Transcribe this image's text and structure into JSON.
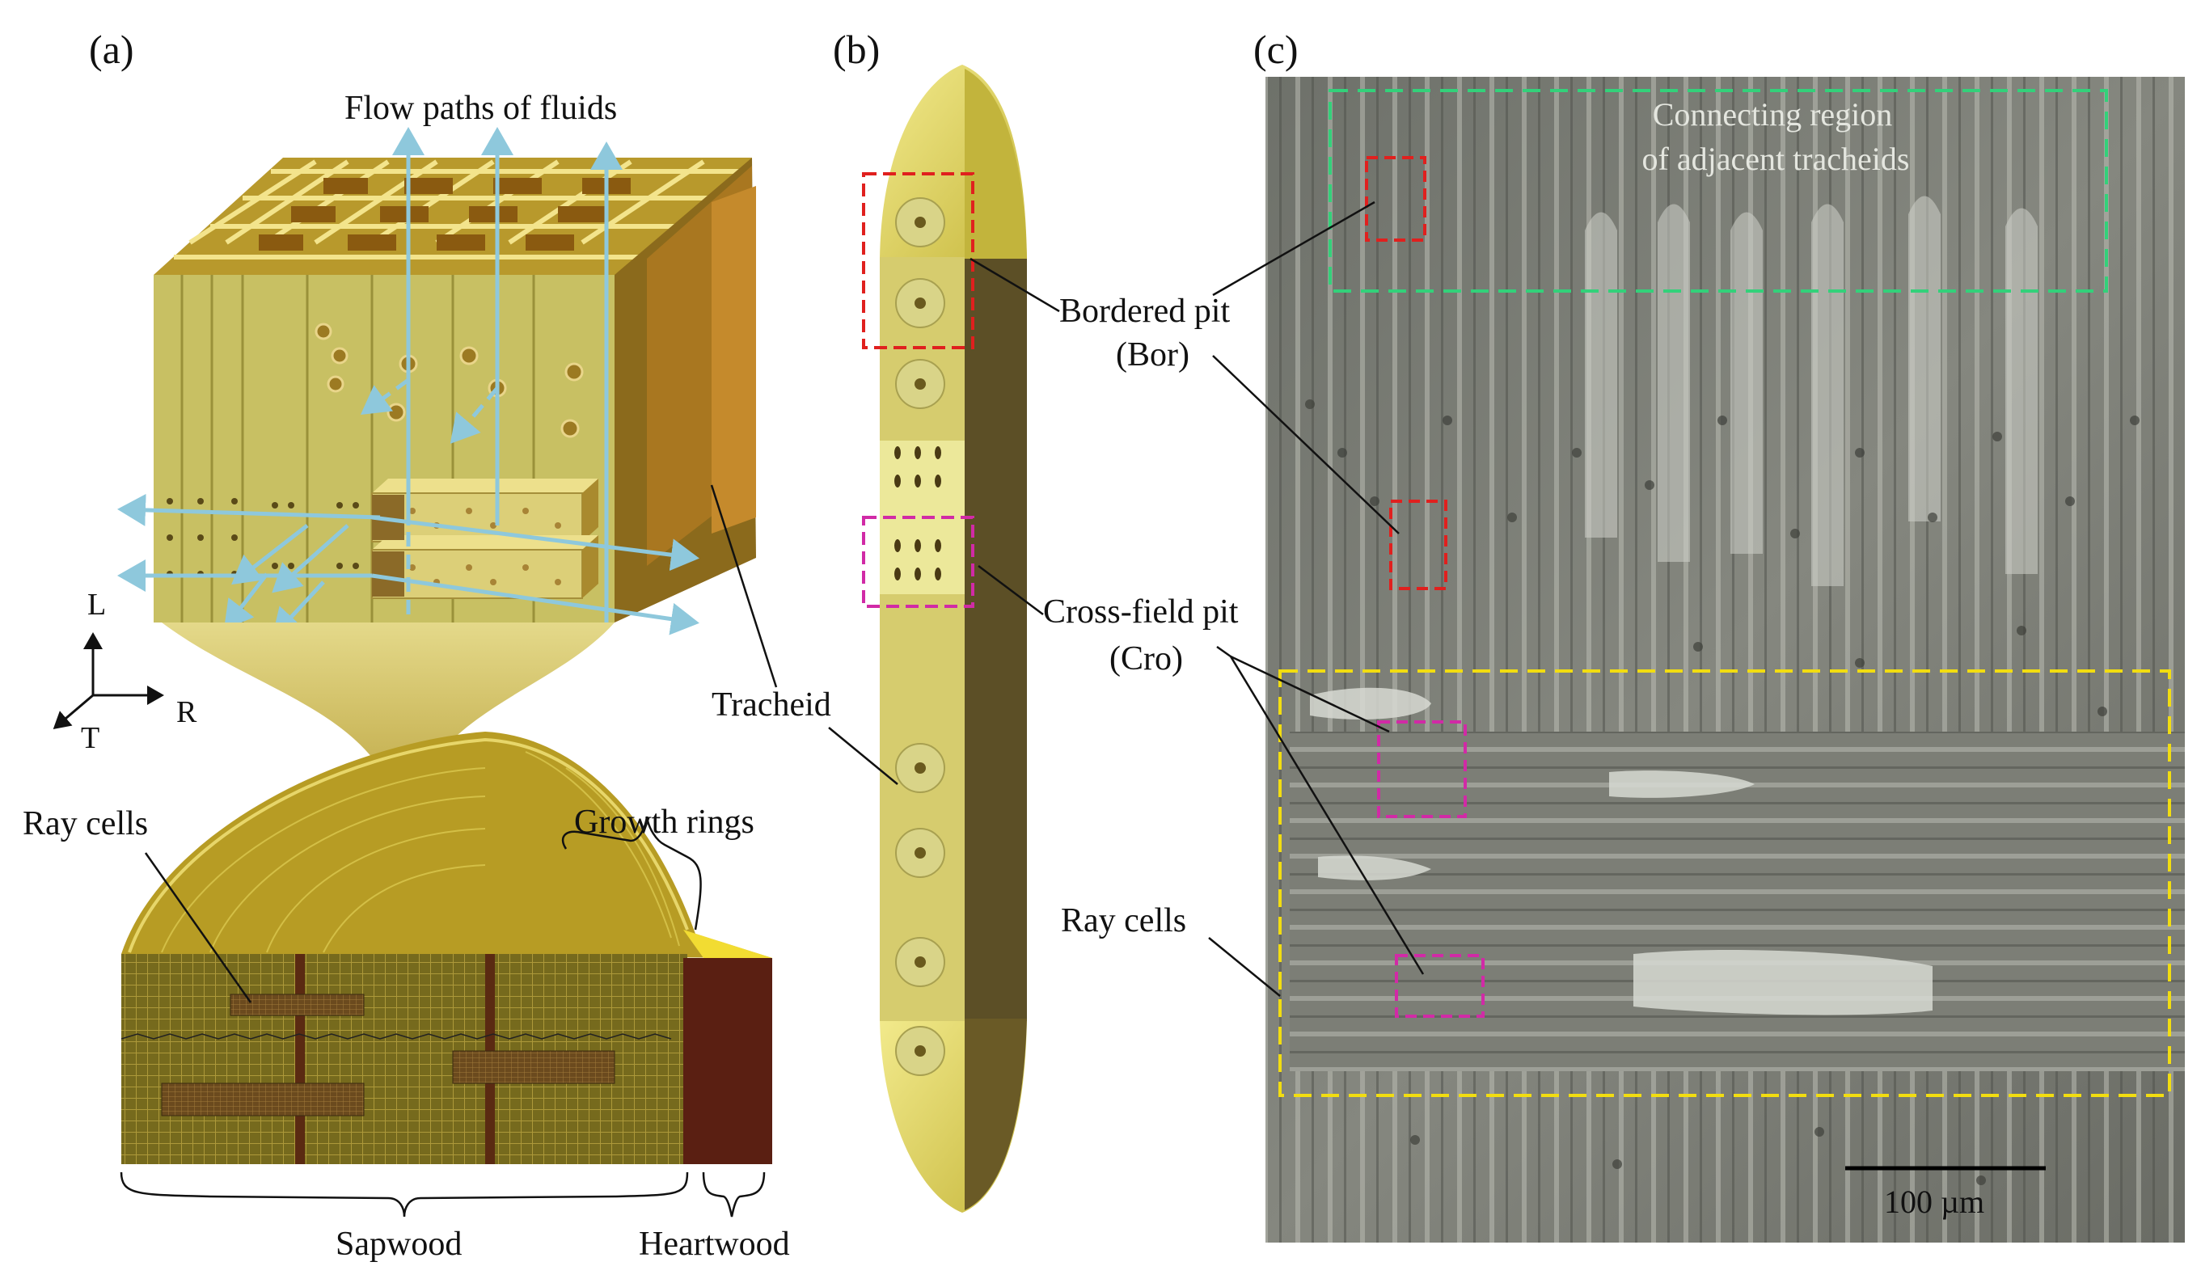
{
  "panels": {
    "a": {
      "letter": "(a)",
      "labels": {
        "flow_paths": "Flow paths of fluids",
        "axis_L": "L",
        "axis_R": "R",
        "axis_T": "T",
        "ray_cells": "Ray cells",
        "growth_rings": "Growth rings",
        "sapwood": "Sapwood",
        "heartwood": "Heartwood",
        "tracheid": "Tracheid"
      }
    },
    "b": {
      "letter": "(b)",
      "labels": {
        "bordered_pit": "Bordered pit",
        "bordered_pit_abbr": "(Bor)",
        "cross_field_pit": "Cross-field pit",
        "cross_field_pit_abbr": "(Cro)"
      }
    },
    "c": {
      "letter": "(c)",
      "labels": {
        "connecting_line1": "Connecting region",
        "connecting_line2": "of adjacent tracheids",
        "ray_cells": "Ray cells",
        "scale_bar": "100 µm"
      }
    }
  },
  "colors": {
    "wood_face": "#c9c46a",
    "wood_dark": "#a37a1e",
    "wood_edge": "#f0e28a",
    "heartwood": "#5a1f12",
    "tracheid_dark": "#5c4f26",
    "arrow": "#8ec8dc",
    "red_box": "#e0201e",
    "magenta_box": "#d12aa6",
    "green_box": "#33d17a",
    "yellow_box": "#f2dd10",
    "sem_bg": "#767870"
  }
}
